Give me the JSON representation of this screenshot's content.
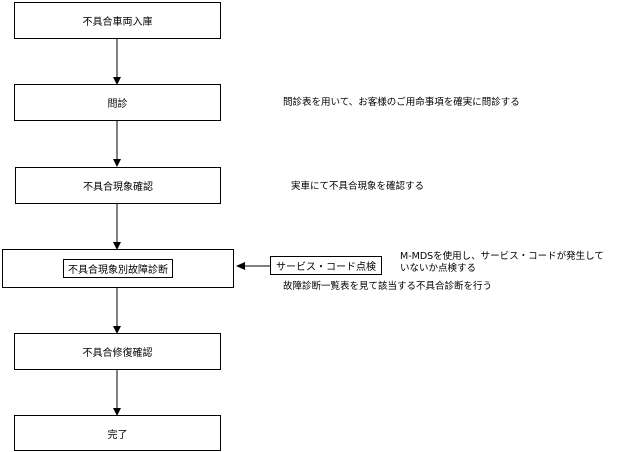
{
  "flow": {
    "steps": [
      {
        "id": "step-receive",
        "label": "不具合車両入庫"
      },
      {
        "id": "step-interview",
        "label": "問診"
      },
      {
        "id": "step-confirm",
        "label": "不具合現象確認"
      },
      {
        "id": "step-diagnosis",
        "label": "不具合現象別故障診断"
      },
      {
        "id": "step-repair-confirm",
        "label": "不具合修復確認"
      },
      {
        "id": "step-complete",
        "label": "完了"
      }
    ],
    "side_box": {
      "label": "サービス・コード点検"
    },
    "notes": {
      "interview": "問診表を用いて、お客様のご用命事項を確実に問診する",
      "confirm": "実車にて不具合現象を確認する",
      "service_code_line1": "M-MDSを使用し、サービス・コードが発生して",
      "service_code_line2": "いないか点検する",
      "diagnosis": "故障診断一覧表を見て該当する不具合診断を行う"
    }
  }
}
